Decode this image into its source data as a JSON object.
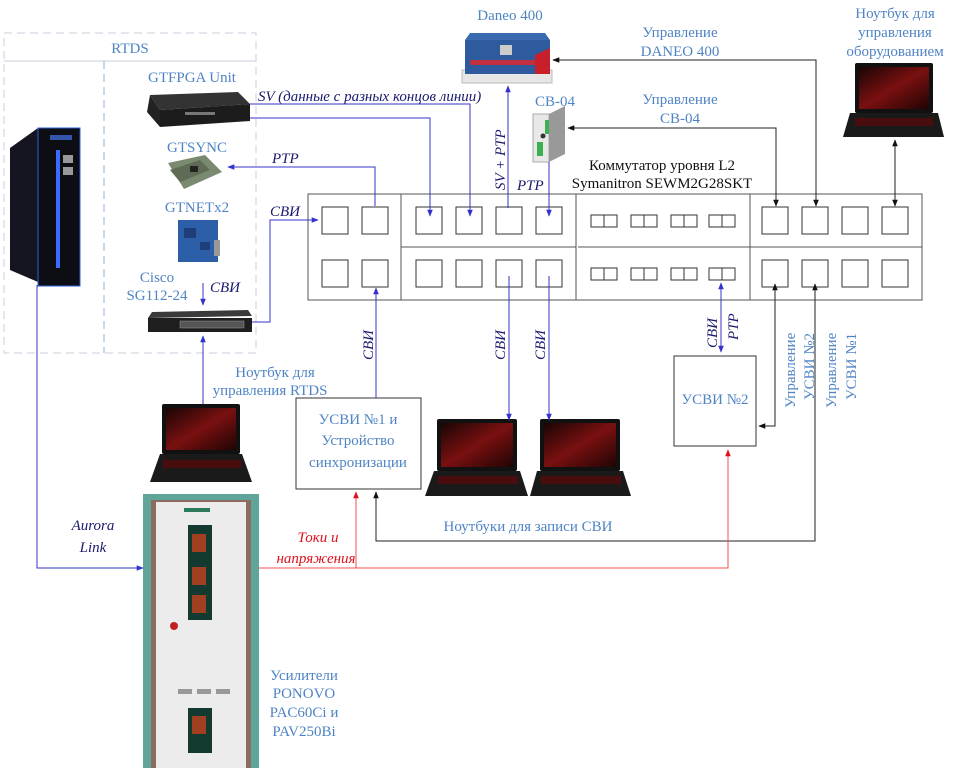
{
  "rtds": {
    "title": "RTDS",
    "gtfpga": "GTFPGA Unit",
    "gtsync": "GTSYNC",
    "gtnet": "GTNETx2",
    "cisco_line1": "Cisco",
    "cisco_line2": "SG112-24"
  },
  "devices": {
    "daneo": "Daneo 400",
    "cb04": "CB-04",
    "switch_line1": "Коммутатор уровня L2",
    "switch_line2": "Symanitron SEWM2G28SKT",
    "usvi1_line1": "УСВИ №1 и",
    "usvi1_line2": "Устройство",
    "usvi1_line3": "синхронизации",
    "usvi2": "УСВИ №2",
    "ponovo_line1": "Усилители",
    "ponovo_line2": "PONOVO",
    "ponovo_line3": "PAC60Ci и",
    "ponovo_line4": "PAV250Bi"
  },
  "laptops": {
    "equipment_line1": "Ноутбук для",
    "equipment_line2": "управления",
    "equipment_line3": "оборудованием",
    "rtds_line1": "Ноутбук для",
    "rtds_line2": "управления RTDS",
    "recording": "Ноутбуки для записи СВИ"
  },
  "links": {
    "sv": "SV (данные с разных концов линии)",
    "ptp": "PTP",
    "svi": "СВИ",
    "sv_ptp": "SV + PTP",
    "aurora_line1": "Aurora",
    "aurora_line2": "Link",
    "currents_line1": "Токи и",
    "currents_line2": "напряжения",
    "ctrl_daneo_line1": "Управление",
    "ctrl_daneo_line2": "DANEO 400",
    "ctrl_cb_line1": "Управление",
    "ctrl_cb_line2": "CB-04",
    "ctrl_usvi2_line1": "Управление",
    "ctrl_usvi2_line2": "УСВИ №2",
    "ctrl_usvi1_line1": "Управление",
    "ctrl_usvi1_line2": "УСВИ №1"
  },
  "colors": {
    "label_blue": "#4f84c4",
    "link_blue": "#3333cc",
    "signal_red": "#e0101a",
    "control_black": "#222222"
  }
}
